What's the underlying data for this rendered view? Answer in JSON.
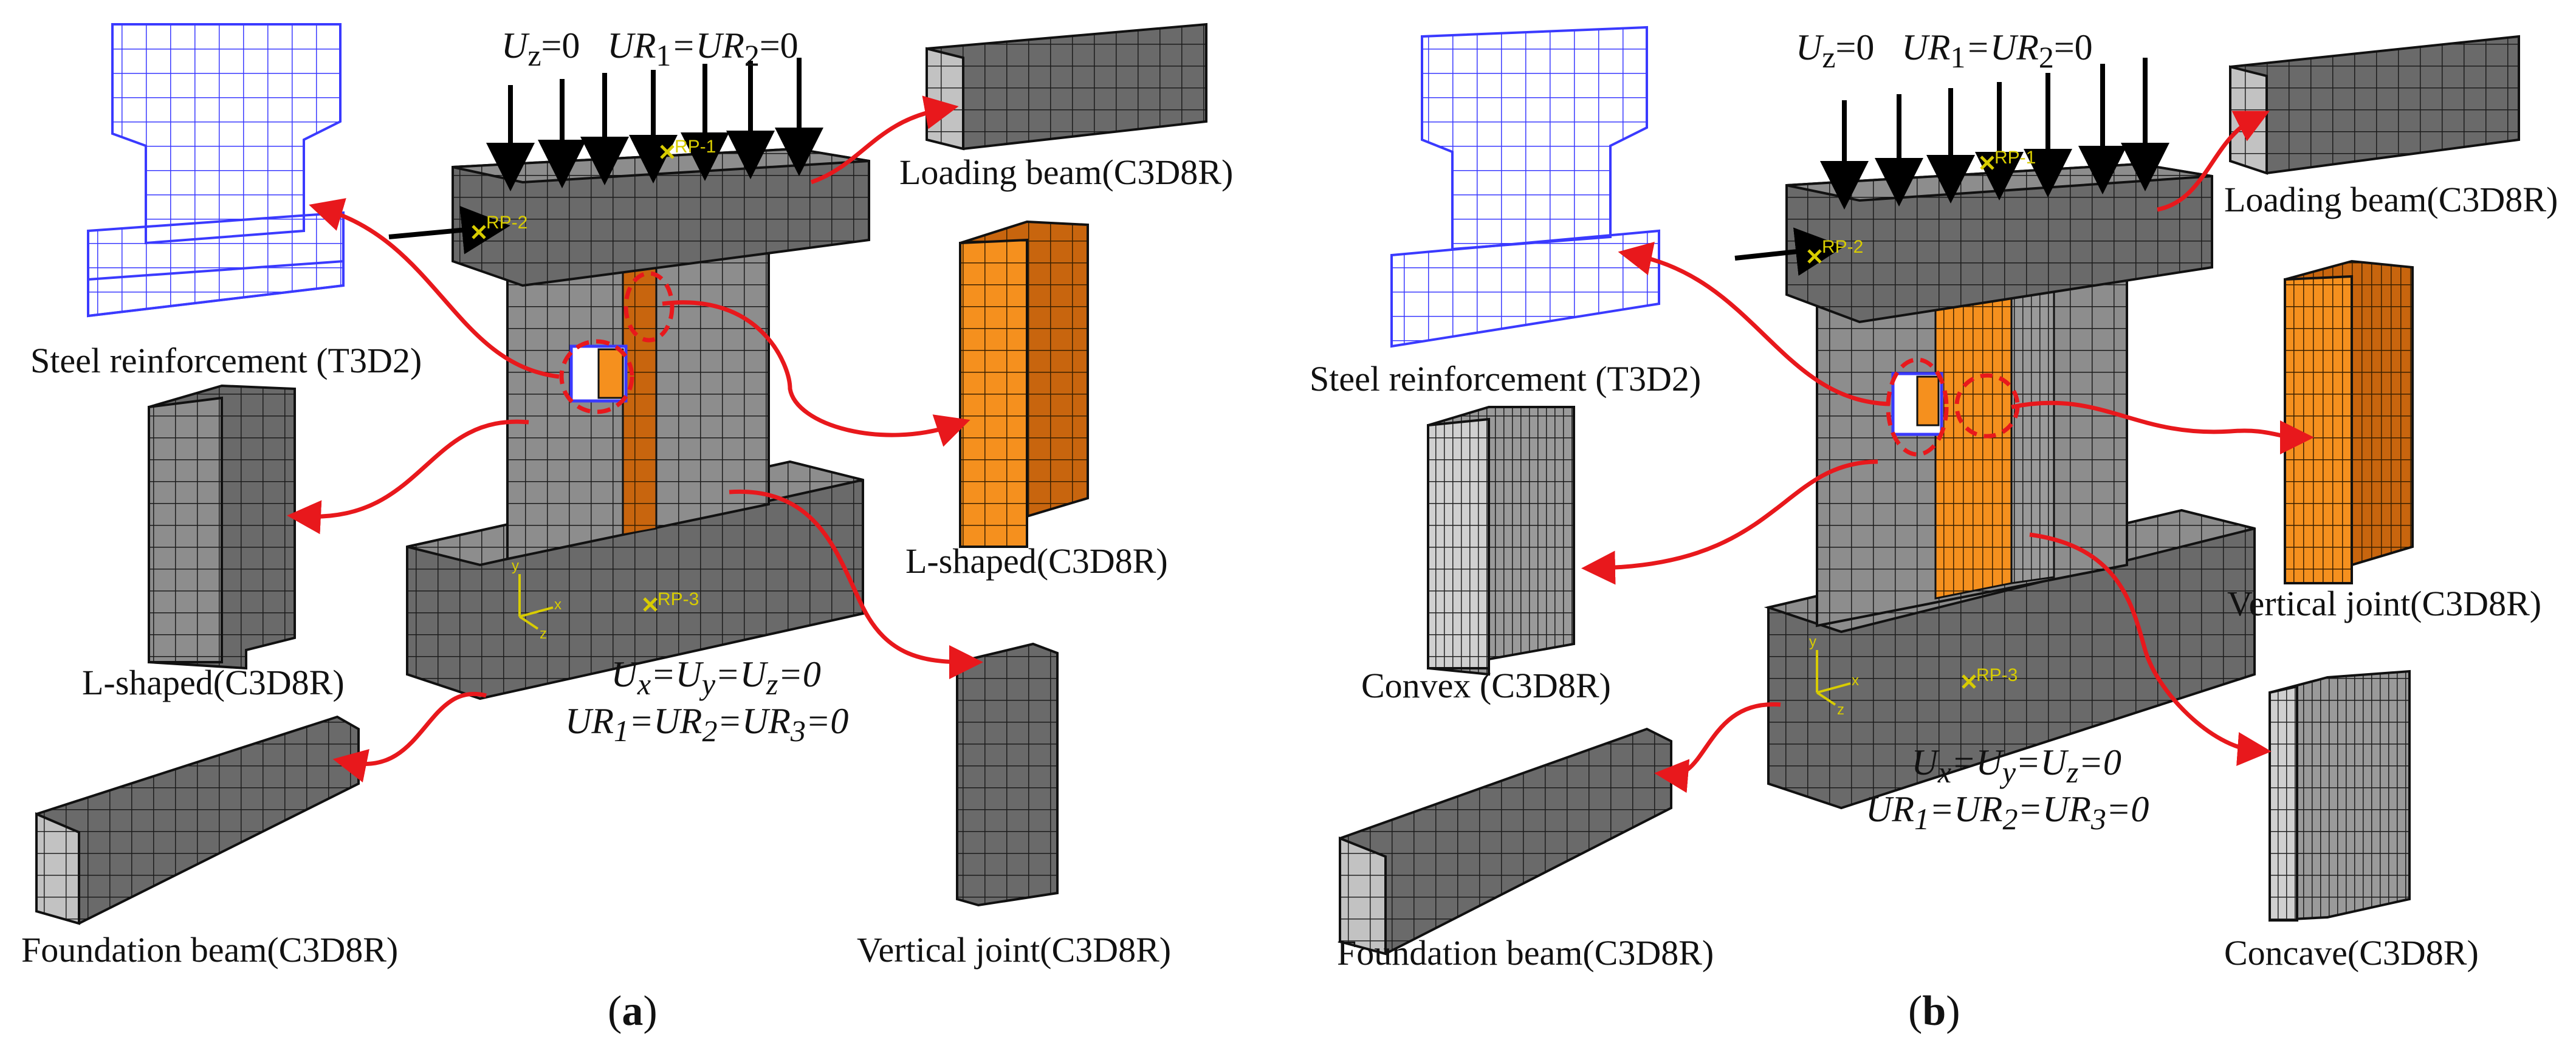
{
  "panel_a": {
    "caption_letter": "a",
    "top_bc": {
      "uz": "U",
      "uz_sub": "z",
      "uz_val": "=0",
      "ur": "UR",
      "ur_sub1": "1",
      "ur_eq": "=UR",
      "ur_sub2": "2",
      "ur_val": "=0"
    },
    "bottom_bc": {
      "line1": "U<sub>x</sub>=U<sub>y</sub>=U<sub>z</sub>=0",
      "line2": "UR<sub>1</sub>=UR<sub>2</sub>=UR<sub>3</sub>=0"
    },
    "labels": {
      "loading_beam": "Loading beam(C3D8R)",
      "steel": "Steel reinforcement (T3D2)",
      "l_shaped_right": "L-shaped(C3D8R)",
      "l_shaped_left": "L-shaped(C3D8R)",
      "foundation": "Foundation beam(C3D8R)",
      "vertical_joint": "Vertical joint(C3D8R)"
    },
    "rp": {
      "rp1": "RP-1",
      "rp2": "RP-2",
      "rp3": "RP-3"
    }
  },
  "panel_b": {
    "caption_letter": "b",
    "top_bc": {
      "uz": "U",
      "uz_sub": "z",
      "uz_val": "=0",
      "ur": "UR",
      "ur_sub1": "1",
      "ur_eq": "=UR",
      "ur_sub2": "2",
      "ur_val": "=0"
    },
    "bottom_bc": {
      "line1": "U<sub>x</sub>=U<sub>y</sub>=U<sub>z</sub>=0",
      "line2": "UR<sub>1</sub>=UR<sub>2</sub>=UR<sub>3</sub>=0"
    },
    "labels": {
      "loading_beam": "Loading beam(C3D8R)",
      "steel": "Steel reinforcement (T3D2)",
      "vertical_joint": "Vertical joint(C3D8R)",
      "convex": "Convex (C3D8R)",
      "concave": "Concave(C3D8R)",
      "foundation": "Foundation beam(C3D8R)"
    },
    "rp": {
      "rp1": "RP-1",
      "rp2": "RP-2",
      "rp3": "RP-3"
    }
  },
  "axis_labels": {
    "x": "x",
    "y": "y",
    "z": "z"
  },
  "colors": {
    "mesh_dark": "#6b6b6b",
    "mesh_mid": "#8c8c8c",
    "mesh_light": "#c4c4c4",
    "orange": "#f5901e",
    "orange_dark": "#c86a10",
    "arrow_red": "#e8181c",
    "rebar_blue": "#3a3aff",
    "rp_yellow": "#d8cc00"
  }
}
